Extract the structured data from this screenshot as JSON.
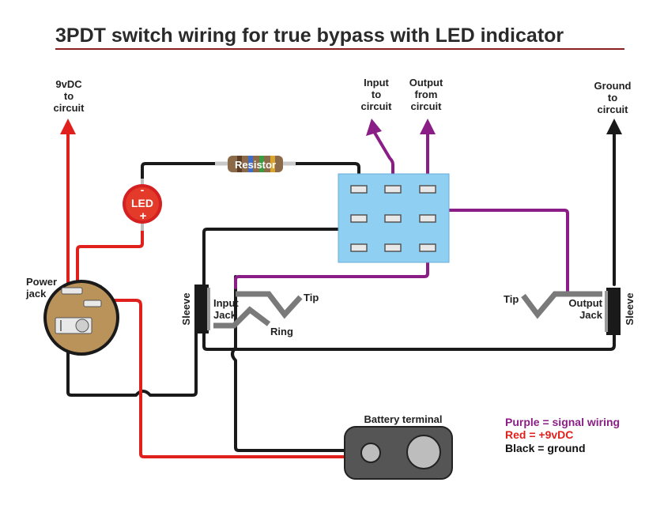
{
  "title": "3PDT switch wiring for true bypass with LED indicator",
  "colors": {
    "signal": "#8b1e86",
    "power": "#e0201c",
    "ground": "#1a1a1a",
    "switch_body": "#8ecff2",
    "jack_body": "#b9935a",
    "title_rule": "#8b1e1e"
  },
  "labels": {
    "nine_vdc": [
      "9vDC",
      "to",
      "circuit"
    ],
    "input_to_circuit": [
      "Input",
      "to",
      "circuit"
    ],
    "output_from_circuit": [
      "Output",
      "from",
      "circuit"
    ],
    "ground_to_circuit": [
      "Ground",
      "to",
      "circuit"
    ],
    "resistor": "Resistor",
    "led": "LED",
    "led_minus": "-",
    "led_plus": "+",
    "power_jack": [
      "Power",
      "jack"
    ],
    "sleeve_left": "Sleeve",
    "sleeve_right": "Sleeve",
    "input_jack": [
      "Input",
      "Jack"
    ],
    "output_jack": [
      "Output",
      "Jack"
    ],
    "tip_left": "Tip",
    "ring": "Ring",
    "tip_right": "Tip",
    "battery_terminal": "Battery terminal"
  },
  "legend": {
    "purple": "Purple = signal wiring",
    "red": "Red = +9vDC",
    "black": "Black = ground"
  }
}
